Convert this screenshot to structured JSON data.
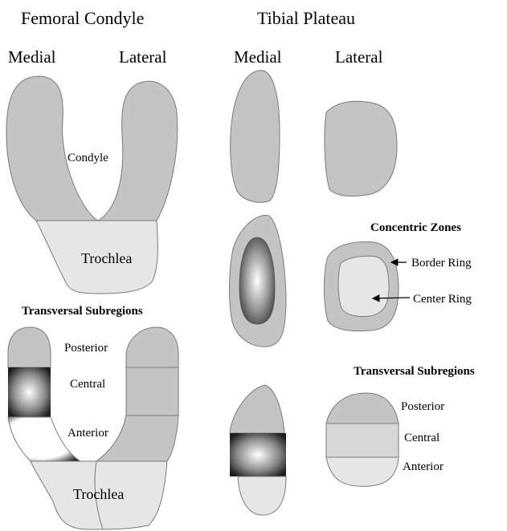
{
  "headers": {
    "femoral": "Femoral Condyle",
    "tibial": "Tibial Plateau",
    "femoral_medial": "Medial",
    "femoral_lateral": "Lateral",
    "tibial_medial": "Medial",
    "tibial_lateral": "Lateral"
  },
  "femoral_top": {
    "condyle": "Condyle",
    "trochlea": "Trochlea"
  },
  "femoral_bottom": {
    "title": "Transversal Subregions",
    "posterior": "Posterior",
    "central": "Central",
    "anterior": "Anterior",
    "trochlea": "Trochlea"
  },
  "tibial_zones": {
    "title": "Concentric Zones",
    "border": "Border Ring",
    "center": "Center Ring"
  },
  "tibial_sub": {
    "title": "Transversal Subregions",
    "posterior": "Posterior",
    "central": "Central",
    "anterior": "Anterior"
  },
  "colors": {
    "region_fill": "#c4c4c4",
    "highlight_fill": "#e6e6e6",
    "outline": "#7a7a7a"
  }
}
